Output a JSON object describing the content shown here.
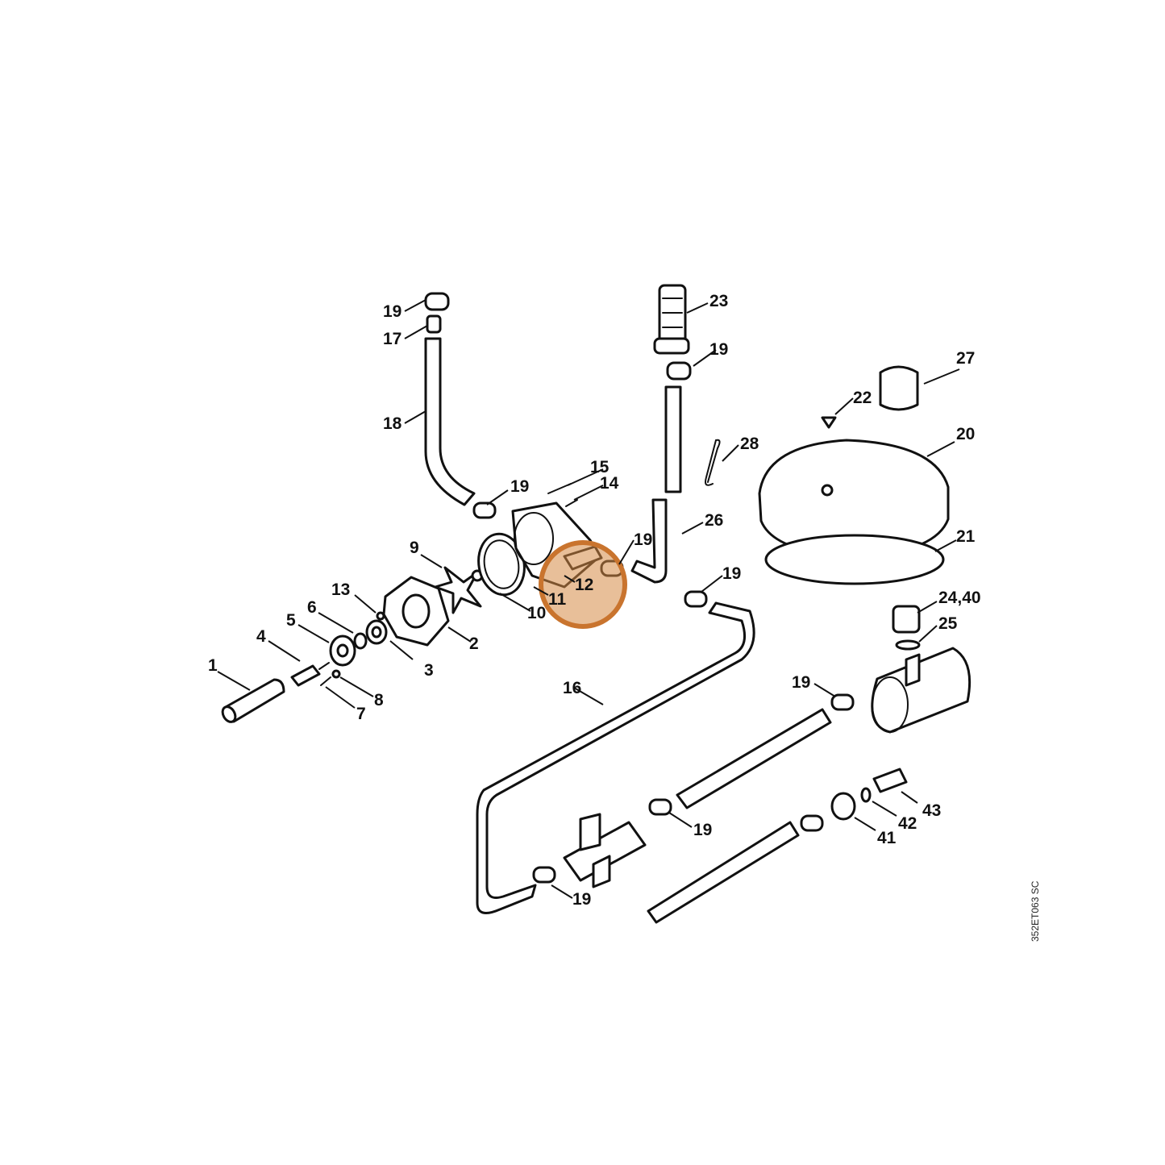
{
  "diagram": {
    "reference_code": "352ET063 SC",
    "highlight_color": "#d68a46",
    "highlighted_part": "12",
    "callouts": [
      {
        "id": "1",
        "label": "1"
      },
      {
        "id": "2",
        "label": "2"
      },
      {
        "id": "3",
        "label": "3"
      },
      {
        "id": "4",
        "label": "4"
      },
      {
        "id": "5",
        "label": "5"
      },
      {
        "id": "6",
        "label": "6"
      },
      {
        "id": "7",
        "label": "7"
      },
      {
        "id": "8",
        "label": "8"
      },
      {
        "id": "9",
        "label": "9"
      },
      {
        "id": "10",
        "label": "10"
      },
      {
        "id": "11",
        "label": "11"
      },
      {
        "id": "12",
        "label": "12"
      },
      {
        "id": "13",
        "label": "13"
      },
      {
        "id": "14",
        "label": "14"
      },
      {
        "id": "15",
        "label": "15"
      },
      {
        "id": "16",
        "label": "16"
      },
      {
        "id": "17",
        "label": "17"
      },
      {
        "id": "18",
        "label": "18"
      },
      {
        "id": "19a",
        "label": "19"
      },
      {
        "id": "19b",
        "label": "19"
      },
      {
        "id": "19c",
        "label": "19"
      },
      {
        "id": "19d",
        "label": "19"
      },
      {
        "id": "19e",
        "label": "19"
      },
      {
        "id": "19f",
        "label": "19"
      },
      {
        "id": "19g",
        "label": "19"
      },
      {
        "id": "19h",
        "label": "19"
      },
      {
        "id": "19i",
        "label": "19"
      },
      {
        "id": "20",
        "label": "20"
      },
      {
        "id": "21",
        "label": "21"
      },
      {
        "id": "22",
        "label": "22"
      },
      {
        "id": "23",
        "label": "23"
      },
      {
        "id": "24-40",
        "label": "24,40"
      },
      {
        "id": "25",
        "label": "25"
      },
      {
        "id": "26",
        "label": "26"
      },
      {
        "id": "27",
        "label": "27"
      },
      {
        "id": "28",
        "label": "28"
      },
      {
        "id": "41",
        "label": "41"
      },
      {
        "id": "42",
        "label": "42"
      },
      {
        "id": "43",
        "label": "43"
      }
    ]
  }
}
